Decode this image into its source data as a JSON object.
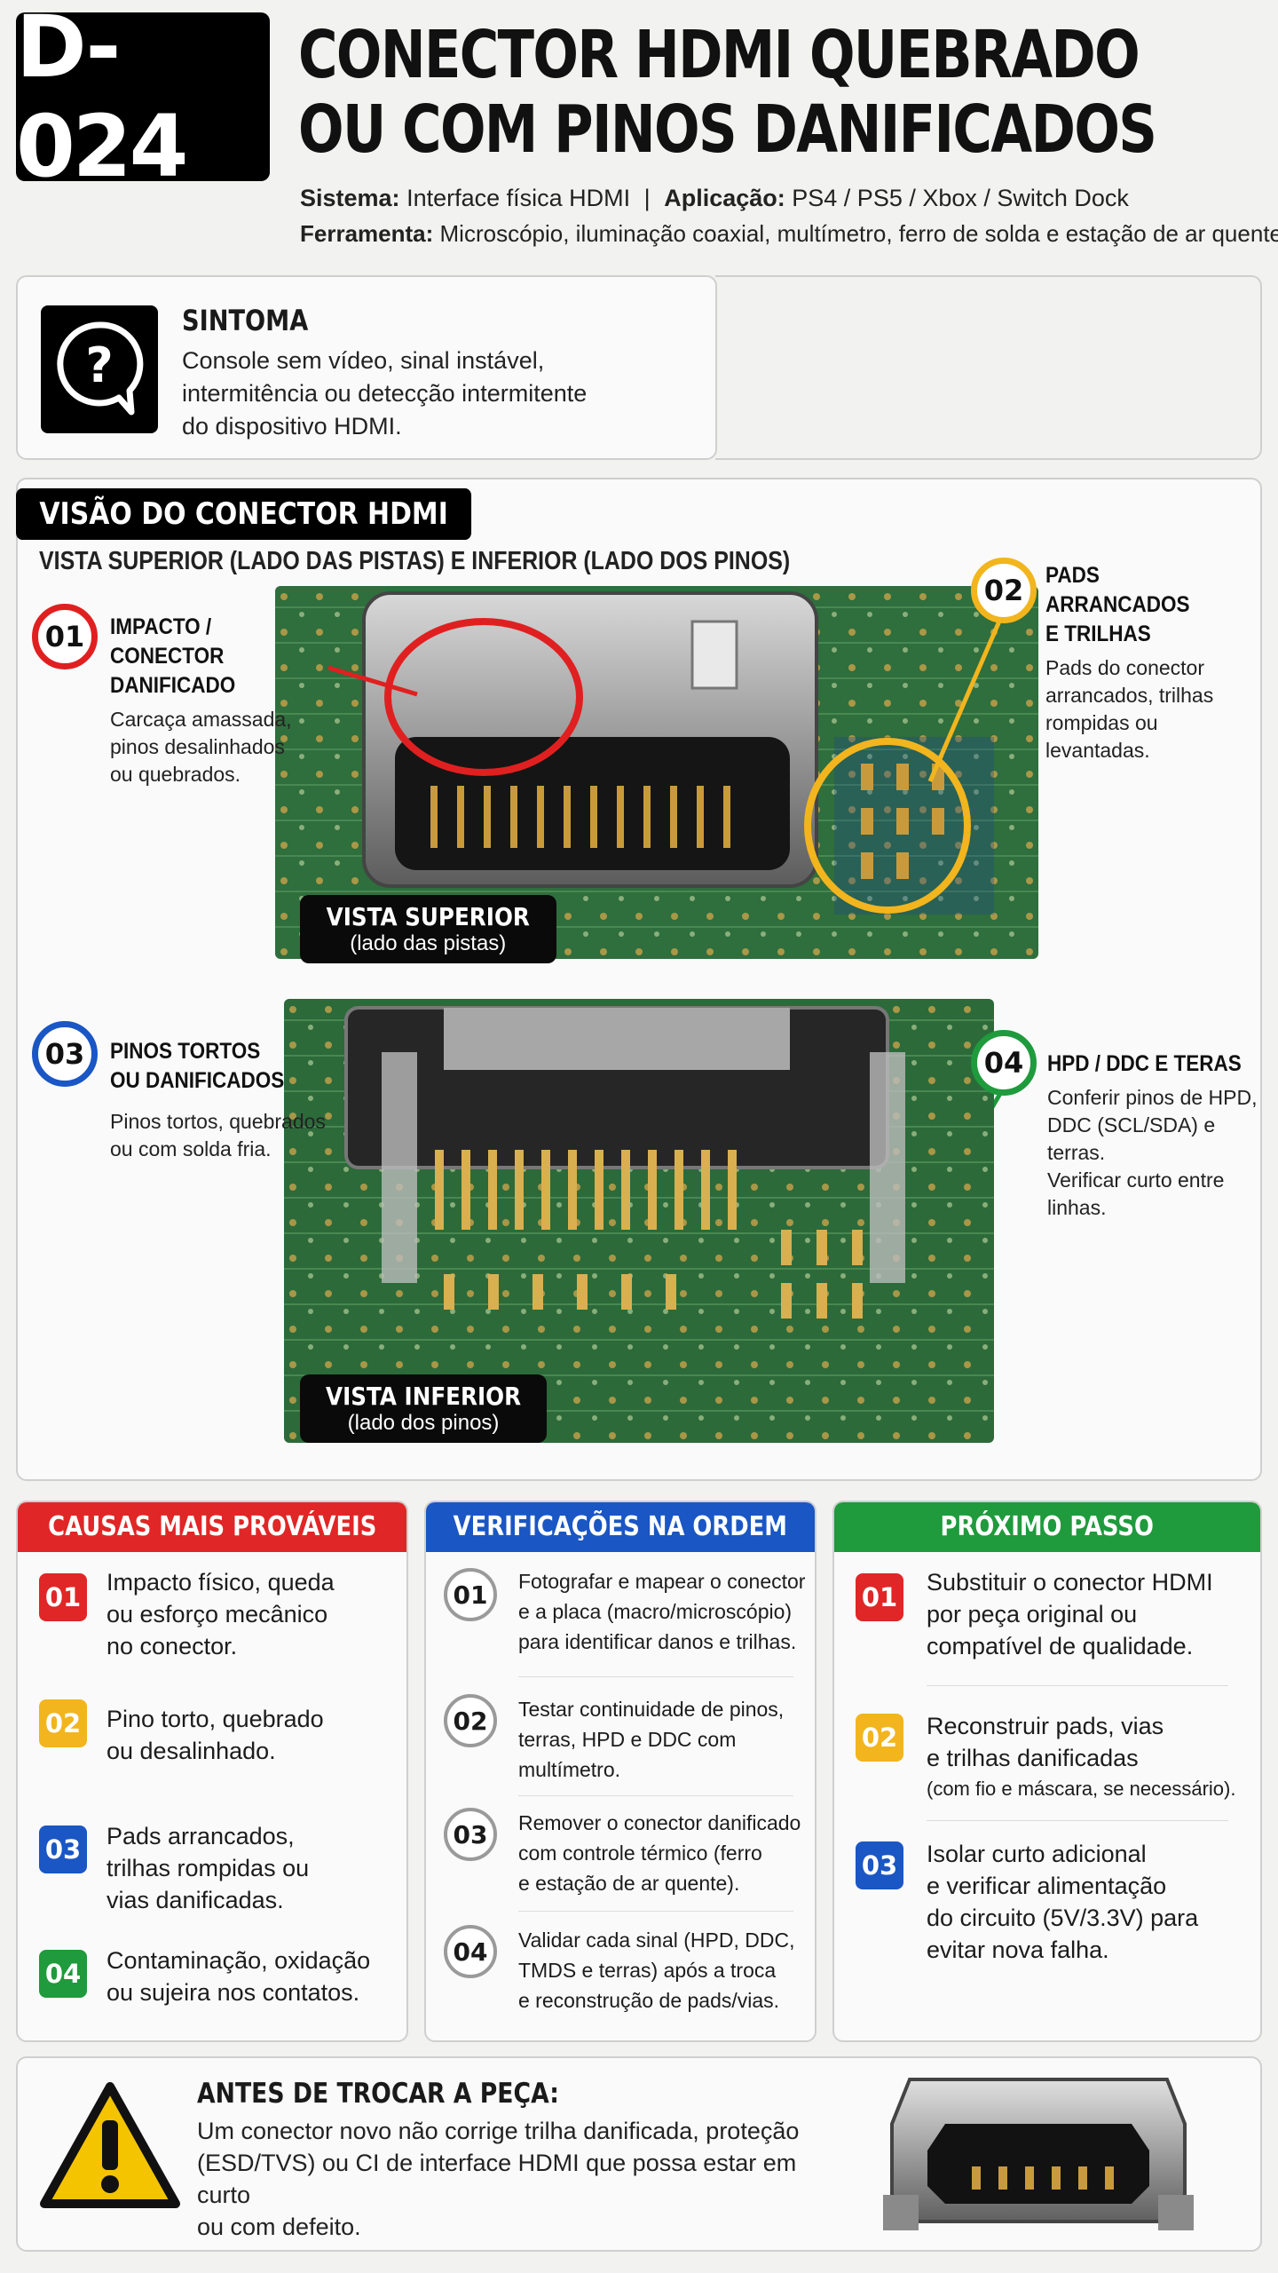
{
  "header": {
    "code": "D-024",
    "title_line1": "CONECTOR HDMI QUEBRADO",
    "title_line2": "OU COM PINOS DANIFICADOS",
    "sistema_label": "Sistema:",
    "sistema_value": "Interface física HDMI",
    "separator": "|",
    "aplicacao_label": "Aplicação:",
    "aplicacao_value": "PS4 / PS5 / Xbox / Switch Dock",
    "ferramenta_label": "Ferramenta:",
    "ferramenta_value": "Microscópio, iluminação coaxial, multímetro, ferro de solda e estação de ar quente."
  },
  "symptom": {
    "icon": "question-bubble-icon",
    "title": "SINTOMA",
    "lines": [
      "Console sem vídeo, sinal instável,",
      "intermitência ou detecção intermitente",
      "do dispositivo HDMI."
    ]
  },
  "connector_view": {
    "tag": "VISÃO DO CONECTOR HDMI",
    "subtitle": "VISTA SUPERIOR (LADO DAS PISTAS) E INFERIOR (LADO DOS PINOS)",
    "top_label": {
      "main": "VISTA SUPERIOR",
      "sub": "(lado das pistas)"
    },
    "bottom_label": {
      "main": "VISTA INFERIOR",
      "sub": "(lado dos pinos)"
    },
    "annotations": [
      {
        "num": "01",
        "color": "#e02020",
        "title": [
          "IMPACTO / CONECTOR",
          "DANIFICADO"
        ],
        "text": [
          "Carcaça amassada,",
          "pinos desalinhados",
          "ou quebrados."
        ]
      },
      {
        "num": "02",
        "color": "#f2b51e",
        "title": [
          "PADS ARRANCADOS",
          "E TRILHAS"
        ],
        "text": [
          "Pads do conector",
          "arrancados, trilhas",
          "rompidas ou levantadas."
        ]
      },
      {
        "num": "03",
        "color": "#1a56c4",
        "title": [
          "PINOS TORTOS",
          "OU DANIFICADOS"
        ],
        "text": [
          "Pinos tortos, quebrados",
          "ou com solda fria."
        ]
      },
      {
        "num": "04",
        "color": "#1f9a3c",
        "title": [
          "HPD / DDC E TERAS"
        ],
        "text": [
          "Conferir pinos de HPD,",
          "DDC (SCL/SDA) e terras.",
          "Verificar curto entre",
          "linhas."
        ]
      }
    ]
  },
  "columns": {
    "causes": {
      "header": "CAUSAS MAIS PROVÁVEIS",
      "color": "#e02626",
      "items": [
        {
          "num": "01",
          "color": "#e02626",
          "lines": [
            "Impacto físico, queda",
            "ou esforço mecânico",
            "no conector."
          ]
        },
        {
          "num": "02",
          "color": "#f2b51e",
          "lines": [
            "Pino torto, quebrado",
            "ou desalinhado."
          ]
        },
        {
          "num": "03",
          "color": "#1a56c4",
          "lines": [
            "Pads arrancados,",
            "trilhas rompidas ou",
            "vias danificadas."
          ]
        },
        {
          "num": "04",
          "color": "#1f9a3c",
          "lines": [
            "Contaminação, oxidação",
            "ou sujeira nos contatos."
          ]
        }
      ]
    },
    "checks": {
      "header": "VERIFICAÇÕES NA ORDEM",
      "color": "#1a56c4",
      "items": [
        {
          "num": "01",
          "lines": [
            "Fotografar e mapear o conector",
            "e a placa (macro/microscópio)",
            "para identificar danos e trilhas."
          ]
        },
        {
          "num": "02",
          "lines": [
            "Testar continuidade de pinos,",
            "terras, HPD e DDC com",
            "multímetro."
          ]
        },
        {
          "num": "03",
          "lines": [
            "Remover o conector danificado",
            "com controle térmico (ferro",
            "e estação de ar quente)."
          ]
        },
        {
          "num": "04",
          "lines": [
            "Validar cada sinal (HPD, DDC,",
            "TMDS e terras) após a troca",
            "e reconstrução de pads/vias."
          ]
        }
      ]
    },
    "next": {
      "header": "PRÓXIMO PASSO",
      "color": "#1f9a3c",
      "items": [
        {
          "num": "01",
          "color": "#e02626",
          "lines": [
            "Substituir o conector HDMI",
            "por peça original ou",
            "compatível de qualidade."
          ]
        },
        {
          "num": "02",
          "color": "#f2b51e",
          "lines": [
            "Reconstruir pads, vias",
            "e trilhas danificadas"
          ],
          "note": "(com fio e máscara, se necessário)."
        },
        {
          "num": "03",
          "color": "#1a56c4",
          "lines": [
            "Isolar curto adicional",
            "e verificar alimentação",
            "do circuito (5V/3.3V) para",
            "evitar nova falha."
          ]
        }
      ]
    }
  },
  "warning": {
    "icon": "warning-triangle-icon",
    "title": "ANTES DE TROCAR A PEÇA:",
    "lines": [
      "Um conector novo não corrige trilha danificada, proteção",
      "(ESD/TVS) ou CI de interface HDMI que possa estar em curto",
      "ou com defeito."
    ],
    "image_icon": "hdmi-connector-part-icon"
  }
}
